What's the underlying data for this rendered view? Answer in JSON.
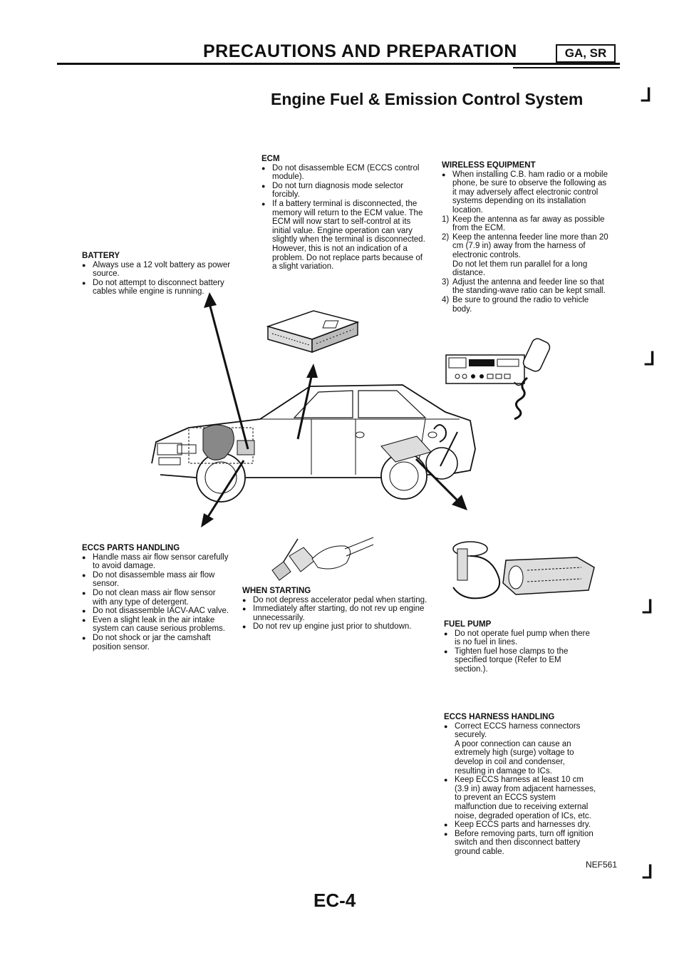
{
  "header": {
    "title": "PRECAUTIONS AND PREPARATION",
    "badge": "GA, SR",
    "subtitle": "Engine Fuel & Emission Control System"
  },
  "battery": {
    "heading": "BATTERY",
    "items": [
      "Always use a 12 volt battery as power source.",
      "Do not attempt to disconnect battery cables while engine is running."
    ]
  },
  "ecm": {
    "heading": "ECM",
    "items": [
      "Do not disassemble ECM (ECCS control module).",
      "Do not turn diagnosis mode selector forcibly.",
      "If a battery terminal is disconnected, the memory will return to the ECM value. The ECM will now start to self-control at its initial value. Engine operation can vary slightly when the terminal is disconnected. However, this is not an indication of a problem. Do not replace parts because of a slight variation."
    ]
  },
  "wireless": {
    "heading": "WIRELESS EQUIPMENT",
    "intro": "When installing C.B. ham radio or a mobile phone, be sure to observe the following as it may adversely affect electronic control systems depending on its installation location.",
    "steps": [
      {
        "num": "1)",
        "text": "Keep the antenna as far away as possible from the ECM."
      },
      {
        "num": "2)",
        "text": "Keep the antenna feeder line more than 20 cm (7.9 in) away from the harness of electronic controls."
      },
      {
        "num": "",
        "text": "Do not let them run parallel for a long distance."
      },
      {
        "num": "3)",
        "text": "Adjust the antenna and feeder line so that the standing-wave ratio can be kept small."
      },
      {
        "num": "4)",
        "text": "Be sure to ground the radio to vehicle body."
      }
    ]
  },
  "eccs_parts": {
    "heading": "ECCS PARTS HANDLING",
    "items": [
      "Handle mass air flow sensor carefully to avoid damage.",
      "Do not disassemble mass air flow sensor.",
      "Do not clean mass air flow sensor with any type of detergent.",
      "Do not disassemble IACV-AAC valve.",
      "Even a slight leak in the air intake system can cause serious problems.",
      "Do not shock or jar the camshaft position sensor."
    ]
  },
  "when_starting": {
    "heading": "WHEN STARTING",
    "items": [
      "Do not depress accelerator pedal when starting.",
      "Immediately after starting, do not rev up engine unnecessarily.",
      "Do not rev up engine just prior to shutdown."
    ]
  },
  "fuel_pump": {
    "heading": "FUEL PUMP",
    "items": [
      "Do not operate fuel pump when there is no fuel in lines.",
      "Tighten fuel hose clamps to the specified torque (Refer to EM section.)."
    ]
  },
  "harness": {
    "heading": "ECCS HARNESS HANDLING",
    "items": [
      {
        "bullet": true,
        "text": "Correct ECCS harness connectors securely."
      },
      {
        "bullet": false,
        "text": "A poor connection can cause an extremely high (surge) voltage to develop in coil and condenser, resulting in damage to ICs."
      },
      {
        "bullet": true,
        "text": "Keep ECCS harness at least 10 cm (3.9 in) away from adjacent harnesses, to prevent an ECCS system malfunction due to receiving external noise, degraded operation of ICs, etc."
      },
      {
        "bullet": true,
        "text": "Keep ECCS parts and harnesses dry."
      },
      {
        "bullet": true,
        "text": "Before removing parts, turn off ignition switch and then disconnect battery ground cable."
      }
    ]
  },
  "figure_code": "NEF561",
  "page_number": "EC-4"
}
